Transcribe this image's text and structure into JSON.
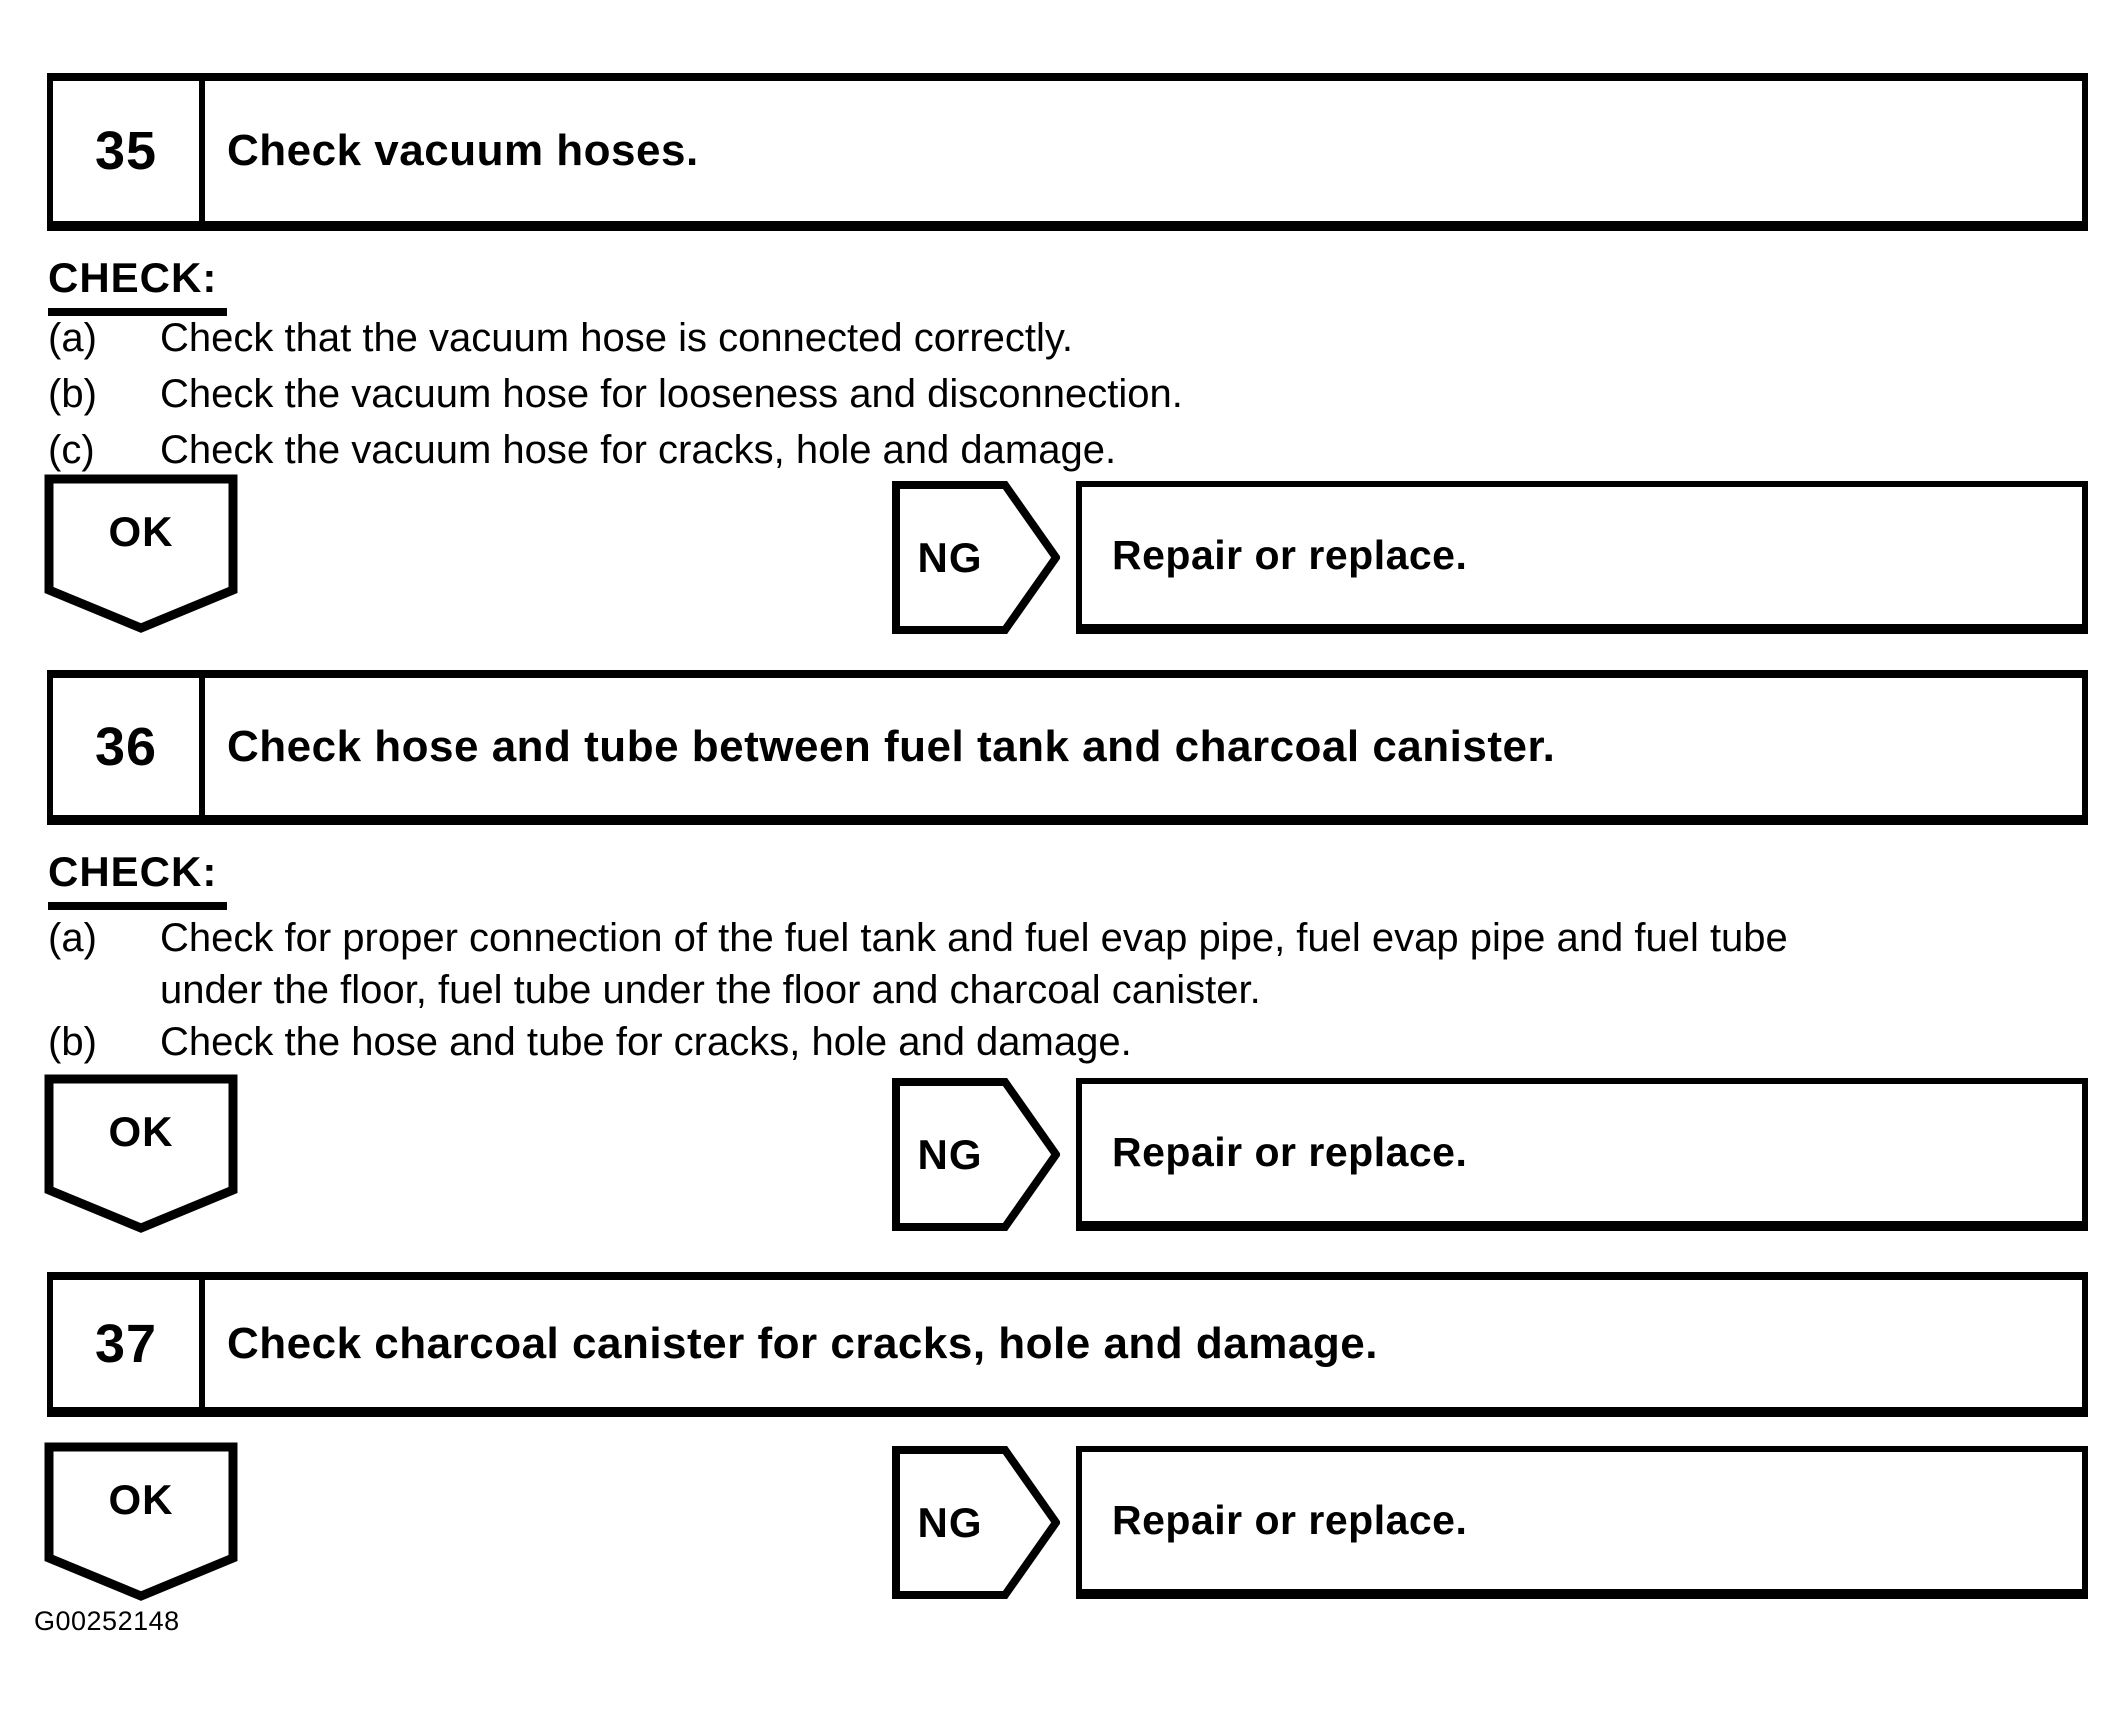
{
  "doc": {
    "check_heading": "CHECK:",
    "ok_label": "OK",
    "ng_label": "NG",
    "repair_label": "Repair or replace.",
    "footer_code": "G00252148",
    "colors": {
      "ink": "#000000",
      "paper": "#ffffff"
    },
    "steps": [
      {
        "number": "35",
        "title": "Check vacuum hoses.",
        "check_items": [
          {
            "label": "(a)",
            "text": "Check that the vacuum hose is connected correctly."
          },
          {
            "label": "(b)",
            "text": "Check the vacuum hose for looseness and disconnection."
          },
          {
            "label": "(c)",
            "text": "Check the vacuum hose for cracks, hole and damage."
          }
        ]
      },
      {
        "number": "36",
        "title": "Check hose and tube between fuel tank and charcoal canister.",
        "check_items": [
          {
            "label": "(a)",
            "text": "Check for proper connection of the fuel tank and fuel evap pipe, fuel evap pipe and fuel tube under the floor, fuel tube under the floor and charcoal canister."
          },
          {
            "label": "(b)",
            "text": "Check the hose and tube for cracks, hole and damage."
          }
        ]
      },
      {
        "number": "37",
        "title": "Check charcoal canister for cracks, hole and damage.",
        "check_items": []
      }
    ]
  }
}
